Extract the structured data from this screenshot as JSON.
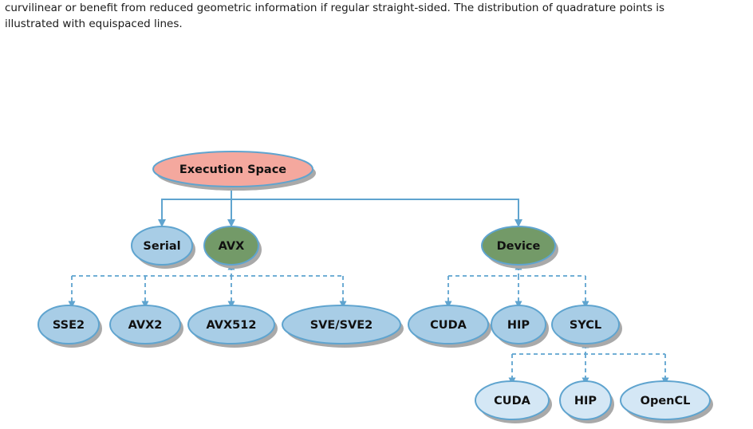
{
  "caption": {
    "line1": "curvilinear or benefit from reduced geometric information if regular straight-sided. The distribution of quadrature points is",
    "line2": "illustrated with equispaced lines."
  },
  "colors": {
    "root_fill": "#f4a89e",
    "leaf_fill": "#a8cde6",
    "light_fill": "#d4e7f5",
    "green_fill": "#739a68",
    "stroke": "#5fa4cf",
    "shadow": "#a9a9a9"
  },
  "nodes": {
    "execution_space": "Execution Space",
    "serial": "Serial",
    "avx": "AVX",
    "device": "Device",
    "sse2": "SSE2",
    "avx2": "AVX2",
    "avx512": "AVX512",
    "sve": "SVE/SVE2",
    "cuda": "CUDA",
    "hip": "HIP",
    "sycl": "SYCL",
    "sycl_cuda": "CUDA",
    "sycl_hip": "HIP",
    "opencl": "OpenCL"
  }
}
